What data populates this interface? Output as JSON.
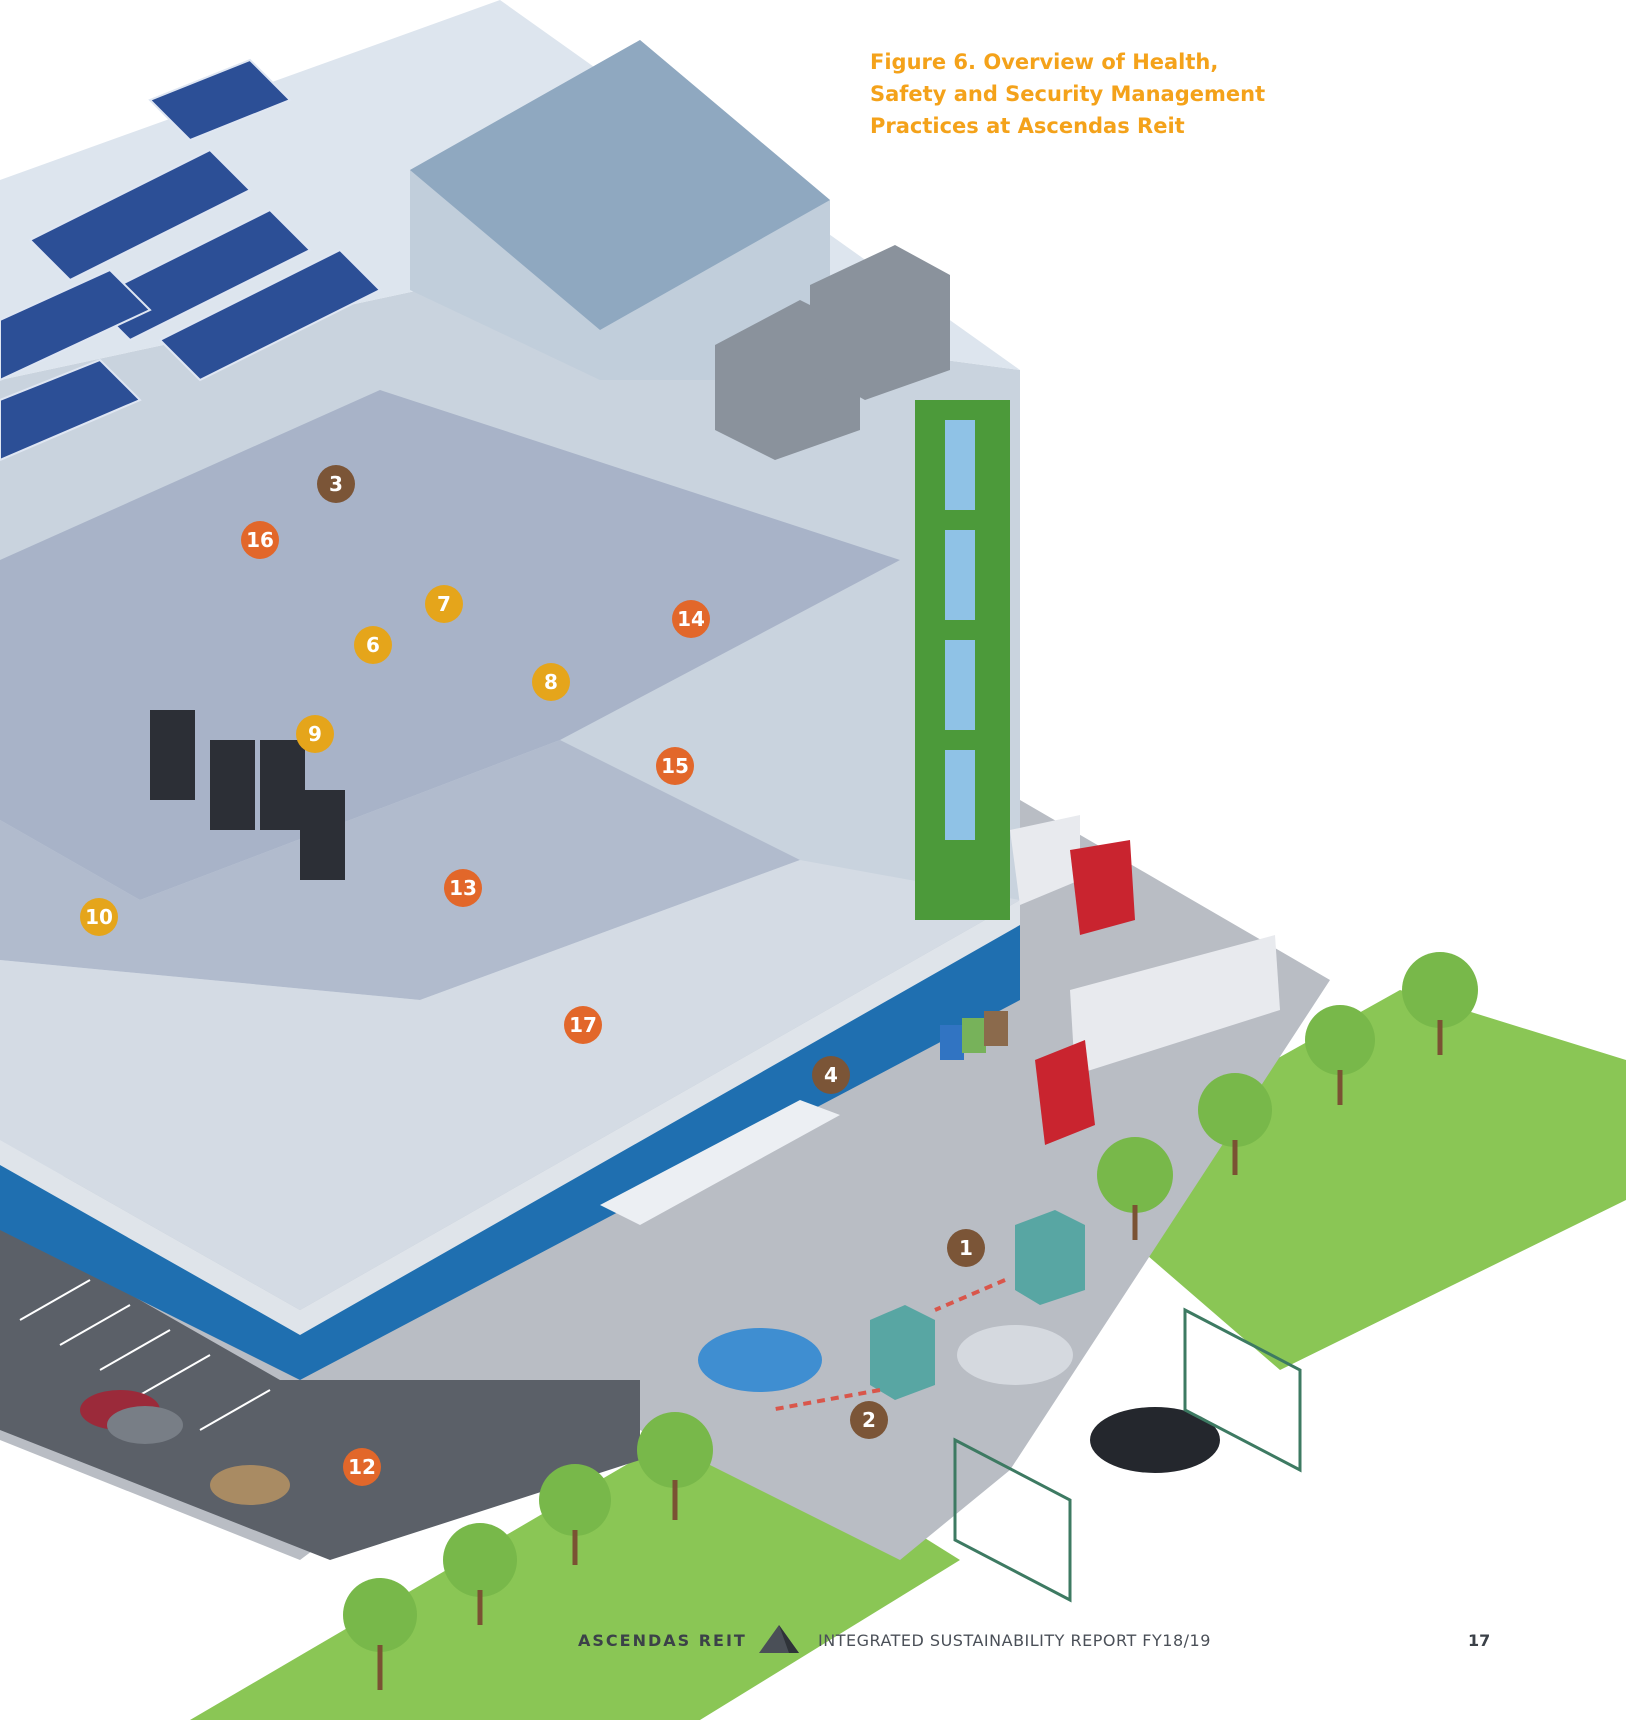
{
  "figure": {
    "title": "Figure 6. Overview of Health,\nSafety and Security Management\nPractices at Ascendas Reit"
  },
  "badges": [
    {
      "label": "1",
      "color": "brown"
    },
    {
      "label": "2",
      "color": "brown"
    },
    {
      "label": "3",
      "color": "brown"
    },
    {
      "label": "4",
      "color": "brown"
    },
    {
      "label": "6",
      "color": "yellow"
    },
    {
      "label": "7",
      "color": "yellow"
    },
    {
      "label": "8",
      "color": "yellow"
    },
    {
      "label": "9",
      "color": "yellow"
    },
    {
      "label": "10",
      "color": "yellow"
    },
    {
      "label": "12",
      "color": "orange"
    },
    {
      "label": "13",
      "color": "orange"
    },
    {
      "label": "14",
      "color": "orange"
    },
    {
      "label": "15",
      "color": "orange"
    },
    {
      "label": "16",
      "color": "orange"
    },
    {
      "label": "17",
      "color": "orange"
    }
  ],
  "colors": {
    "title": "#f4a21a",
    "badge_brown": "#7b5537",
    "badge_yellow": "#e5a51b",
    "badge_orange": "#e2672a",
    "grass": "#8ac655",
    "road": "#b9bdc4",
    "building_band": "#1f6fb0"
  },
  "footer": {
    "brand": "ASCENDAS REIT",
    "report": "INTEGRATED SUSTAINABILITY REPORT FY18/19",
    "page": "17"
  }
}
